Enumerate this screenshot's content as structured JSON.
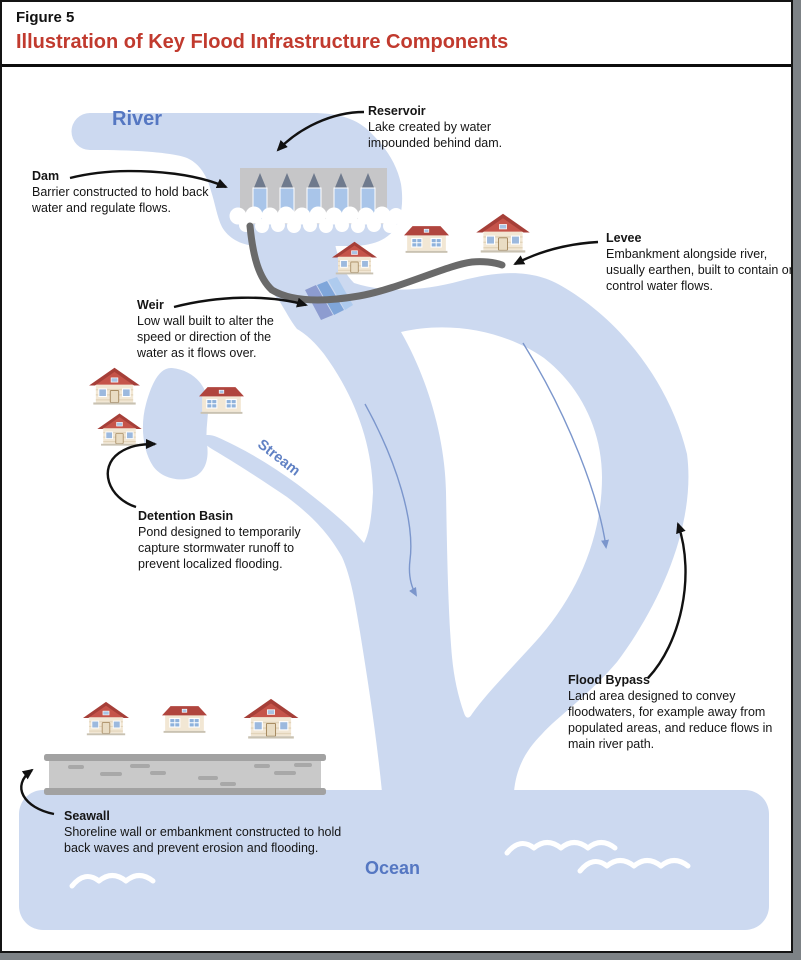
{
  "header": {
    "figure_label": "Figure 5",
    "title": "Illustration of Key Flood Infrastructure Components"
  },
  "water_labels": {
    "river": "River",
    "stream": "Stream",
    "ocean": "Ocean"
  },
  "callouts": [
    {
      "id": "reservoir",
      "title": "Reservoir",
      "desc": "Lake created by water impounded behind dam."
    },
    {
      "id": "dam",
      "title": "Dam",
      "desc": "Barrier constructed to hold back water and regulate flows."
    },
    {
      "id": "levee",
      "title": "Levee",
      "desc": "Embankment alongside river, usually earthen, built to contain or control water flows."
    },
    {
      "id": "weir",
      "title": "Weir",
      "desc": "Low wall built to alter the speed or direction of the water as it flows over."
    },
    {
      "id": "detention-basin",
      "title": "Detention Basin",
      "desc": "Pond designed to temporarily capture stormwater runoff to prevent localized flooding."
    },
    {
      "id": "flood-bypass",
      "title": "Flood Bypass",
      "desc": "Land area designed to convey floodwaters, for example away from populated areas, and reduce flows in main river path."
    },
    {
      "id": "seawall",
      "title": "Seawall",
      "desc": "Shoreline wall or embankment constructed to hold back waves and prevent erosion and flooding."
    }
  ],
  "colors": {
    "water": "#ccd9f0",
    "water_label_blue": "#5577c2",
    "title_red": "#c13a2e",
    "levee_gray": "#6a6a6a",
    "seawall_gray": "#c9c9c9",
    "flow_arrow_blue": "#7b96cc",
    "leader_black": "#111111"
  }
}
